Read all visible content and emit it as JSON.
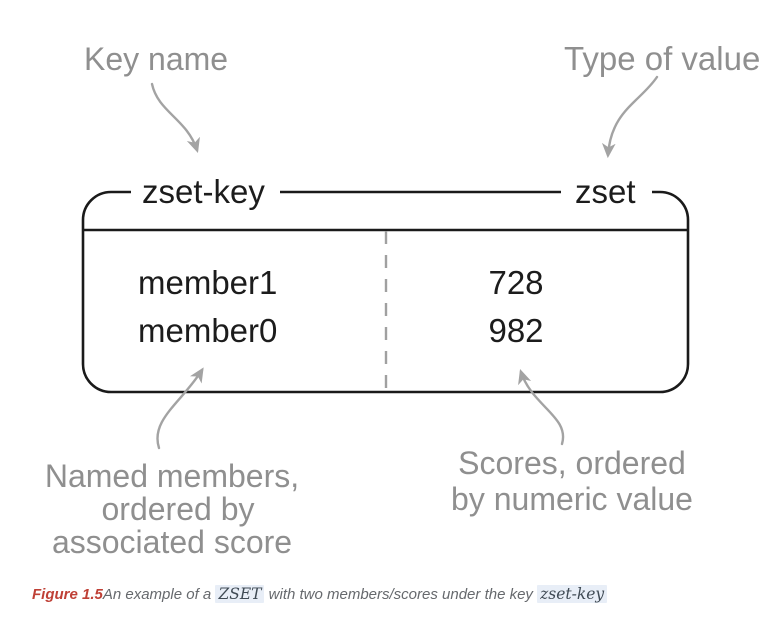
{
  "diagram": {
    "annotations": {
      "key_name": "Key name",
      "type_of_value": "Type of value",
      "members_note_line1": "Named members,",
      "members_note_line2": "ordered by",
      "members_note_line3": "associated score",
      "scores_note_line1": "Scores, ordered",
      "scores_note_line2": "by numeric value"
    },
    "box": {
      "key_label": "zset-key",
      "type_label": "zset",
      "rows": [
        {
          "member": "member1",
          "score": "728"
        },
        {
          "member": "member0",
          "score": "982"
        }
      ]
    },
    "colors": {
      "box_border": "#1a1a1a",
      "annotation_gray": "#8f8f8f",
      "arrow_gray": "#a3a3a3",
      "dashed_divider": "#a0a0a0"
    }
  },
  "caption": {
    "figure_label": "Figure 1.5",
    "text_before": "An example of a ",
    "code1": "ZSET",
    "text_middle": " with two members/scores under the key ",
    "code2": "zset-key",
    "red_color": "#bf4036",
    "code_bg": "#e8eef7"
  }
}
